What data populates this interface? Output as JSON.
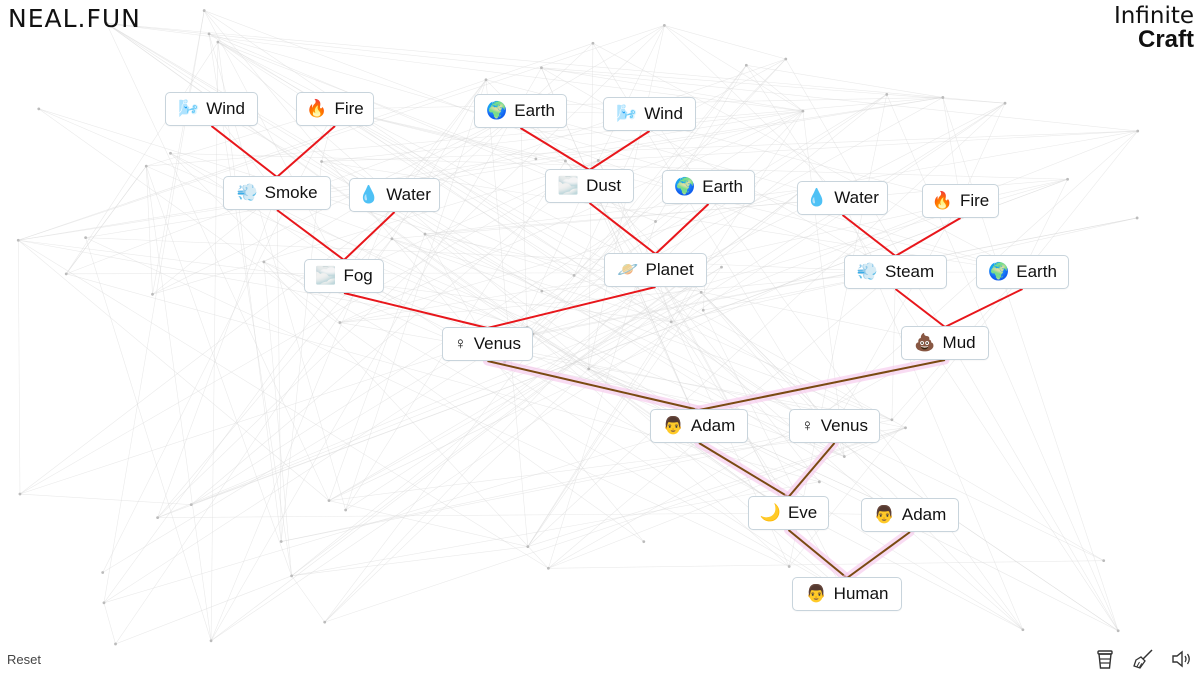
{
  "brand": "NEAL.FUN",
  "logo": {
    "line1": "Infinite",
    "line2": "Craft"
  },
  "reset_label": "Reset",
  "toolbar": {
    "icons": [
      "coffee-cup-icon",
      "broom-icon",
      "speaker-icon"
    ]
  },
  "colors": {
    "recipe_link": "#e8161b",
    "final_link": "#7a4a12",
    "highlight": "#f6c6ec",
    "node_border": "#c8d4dc"
  },
  "items": [
    {
      "id": "wind1",
      "label": "Wind",
      "emoji": "🌬️"
    },
    {
      "id": "fire1",
      "label": "Fire",
      "emoji": "🔥"
    },
    {
      "id": "earth1",
      "label": "Earth",
      "emoji": "🌍"
    },
    {
      "id": "wind2",
      "label": "Wind",
      "emoji": "🌬️"
    },
    {
      "id": "smoke",
      "label": "Smoke",
      "emoji": "💨"
    },
    {
      "id": "water1",
      "label": "Water",
      "emoji": "💧"
    },
    {
      "id": "dust",
      "label": "Dust",
      "emoji": "🌫️"
    },
    {
      "id": "earth2",
      "label": "Earth",
      "emoji": "🌍"
    },
    {
      "id": "water2",
      "label": "Water",
      "emoji": "💧"
    },
    {
      "id": "fire2",
      "label": "Fire",
      "emoji": "🔥"
    },
    {
      "id": "fog",
      "label": "Fog",
      "emoji": "🌫️"
    },
    {
      "id": "planet",
      "label": "Planet",
      "emoji": "🪐"
    },
    {
      "id": "steam",
      "label": "Steam",
      "emoji": "💨"
    },
    {
      "id": "earth3",
      "label": "Earth",
      "emoji": "🌍"
    },
    {
      "id": "venus1",
      "label": "Venus",
      "emoji": "♀"
    },
    {
      "id": "mud",
      "label": "Mud",
      "emoji": "💩"
    },
    {
      "id": "adam1",
      "label": "Adam",
      "emoji": "👨"
    },
    {
      "id": "venus2",
      "label": "Venus",
      "emoji": "♀"
    },
    {
      "id": "eve",
      "label": "Eve",
      "emoji": "🌙"
    },
    {
      "id": "adam2",
      "label": "Adam",
      "emoji": "👨"
    },
    {
      "id": "human",
      "label": "Human",
      "emoji": "👨"
    }
  ],
  "recipes": [
    {
      "a": "wind1",
      "b": "fire1",
      "result": "smoke"
    },
    {
      "a": "earth1",
      "b": "wind2",
      "result": "dust"
    },
    {
      "a": "smoke",
      "b": "water1",
      "result": "fog"
    },
    {
      "a": "dust",
      "b": "earth2",
      "result": "planet"
    },
    {
      "a": "water2",
      "b": "fire2",
      "result": "steam"
    },
    {
      "a": "fog",
      "b": "planet",
      "result": "venus1"
    },
    {
      "a": "steam",
      "b": "earth3",
      "result": "mud"
    },
    {
      "a": "venus1",
      "b": "mud",
      "result": "adam1"
    },
    {
      "a": "adam1",
      "b": "venus2",
      "result": "eve"
    },
    {
      "a": "eve",
      "b": "adam2",
      "result": "human"
    }
  ]
}
